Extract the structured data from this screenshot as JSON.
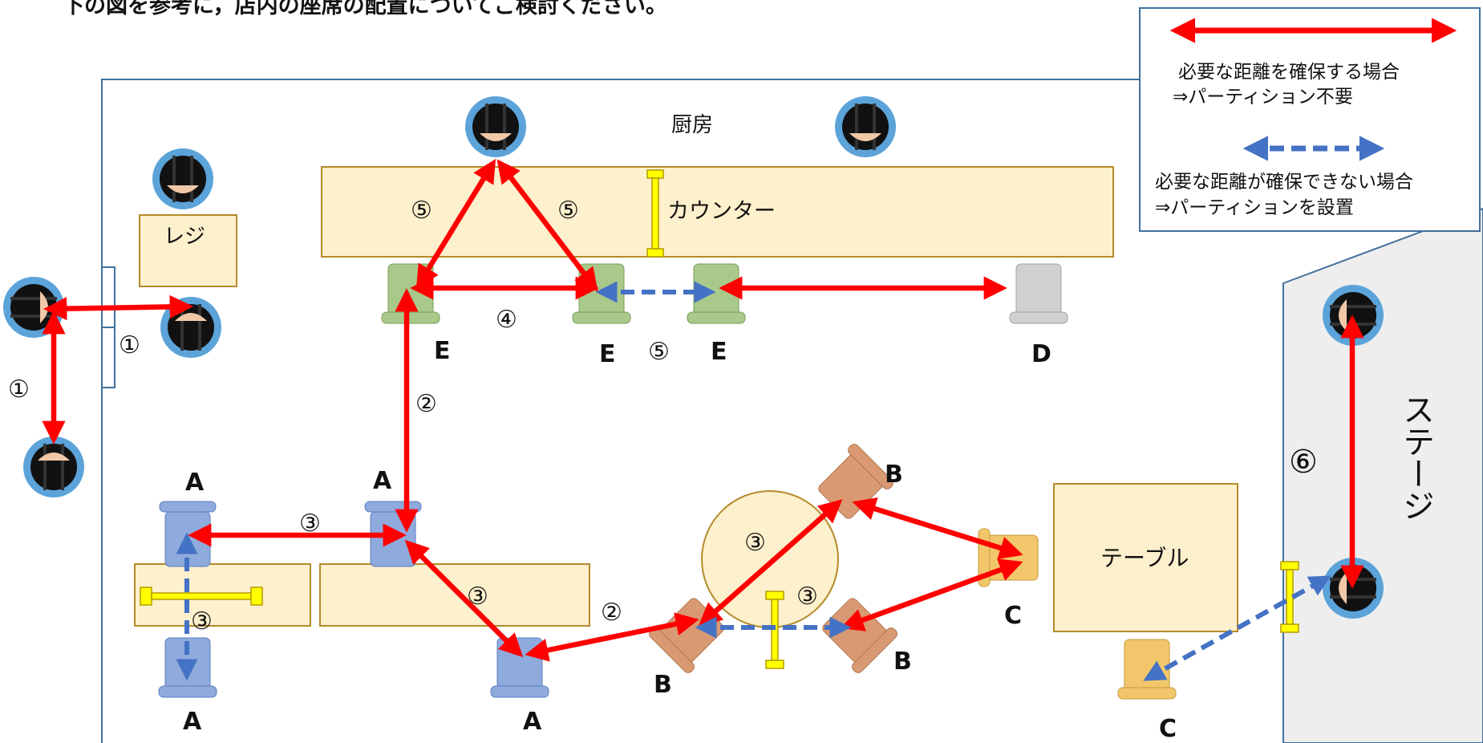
{
  "instruction": "下の図を参考に，店内の座席の配置についてご検討ください。",
  "legend": {
    "red_line1": "必要な距離を確保する場合",
    "red_line2": "⇒パーティション不要",
    "blue_line1": "必要な距離が確保できない場合",
    "blue_line2": "⇒パーティションを設置",
    "red_color": "#ff0000",
    "blue_color": "#4472c4"
  },
  "areas": {
    "kitchen": "厨房",
    "counter": "カウンター",
    "register": "レジ",
    "table": "テーブル",
    "stage": "ステージ"
  },
  "seat_labels": {
    "a1": "A",
    "a2": "A",
    "a3": "A",
    "a4": "A",
    "b1": "B",
    "b2": "B",
    "b3": "B",
    "c1": "C",
    "c2": "C",
    "d1": "D",
    "e1": "E",
    "e2": "E",
    "e3": "E"
  },
  "distance_marks": {
    "m1a": "①",
    "m1b": "①",
    "m2a": "②",
    "m2b": "②",
    "m3a": "③",
    "m3b": "③",
    "m3c": "③",
    "m3d": "③",
    "m3e": "③",
    "m4": "④",
    "m5a": "⑤",
    "m5b": "⑤",
    "m5c": "⑤",
    "m6": "⑥"
  },
  "colors": {
    "counter_fill": "#fdf0cc",
    "border": "#b58a2a",
    "room_border": "#41719c",
    "stage_fill": "#eeeeee",
    "partition": "#ffff00",
    "chair_blue": "#8faadc",
    "chair_green": "#a9c98a",
    "chair_gray": "#d0d0d0",
    "chair_brown": "#d99a73",
    "chair_yellow": "#f2c76b"
  }
}
